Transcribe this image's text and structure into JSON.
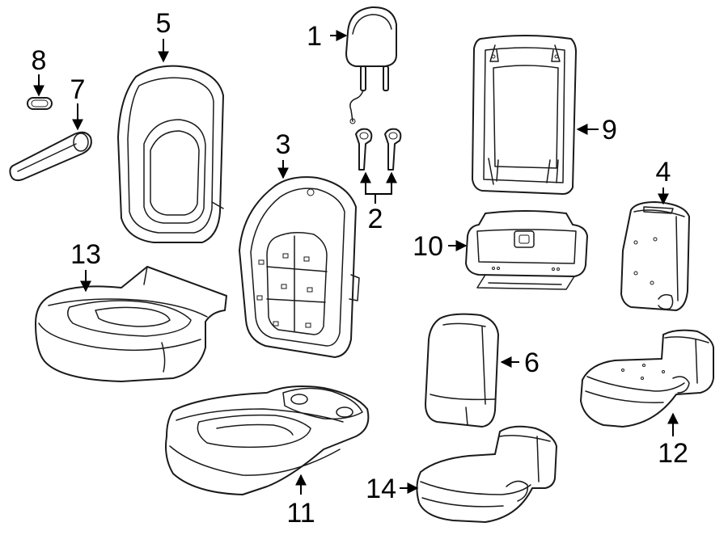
{
  "diagram": {
    "callouts": [
      {
        "id": "1",
        "label": "1"
      },
      {
        "id": "2",
        "label": "2"
      },
      {
        "id": "3",
        "label": "3"
      },
      {
        "id": "4",
        "label": "4"
      },
      {
        "id": "5",
        "label": "5"
      },
      {
        "id": "6",
        "label": "6"
      },
      {
        "id": "7",
        "label": "7"
      },
      {
        "id": "8",
        "label": "8"
      },
      {
        "id": "9",
        "label": "9"
      },
      {
        "id": "10",
        "label": "10"
      },
      {
        "id": "11",
        "label": "11"
      },
      {
        "id": "12",
        "label": "12"
      },
      {
        "id": "13",
        "label": "13"
      },
      {
        "id": "14",
        "label": "14"
      }
    ],
    "parts": [
      {
        "callout": "1",
        "icon": "headrest-icon"
      },
      {
        "callout": "2",
        "icon": "headrest-guide-icon"
      },
      {
        "callout": "3",
        "icon": "seatback-frame-icon"
      },
      {
        "callout": "4",
        "icon": "side-bolster-back-icon"
      },
      {
        "callout": "5",
        "icon": "seatback-cover-icon"
      },
      {
        "callout": "6",
        "icon": "side-seatback-icon"
      },
      {
        "callout": "7",
        "icon": "armrest-icon"
      },
      {
        "callout": "8",
        "icon": "cap-icon"
      },
      {
        "callout": "9",
        "icon": "back-panel-icon"
      },
      {
        "callout": "10",
        "icon": "storage-tray-icon"
      },
      {
        "callout": "11",
        "icon": "seat-cushion-icon"
      },
      {
        "callout": "12",
        "icon": "side-cushion-icon"
      },
      {
        "callout": "13",
        "icon": "cushion-cover-icon"
      },
      {
        "callout": "14",
        "icon": "side-cushion-small-icon"
      }
    ]
  }
}
